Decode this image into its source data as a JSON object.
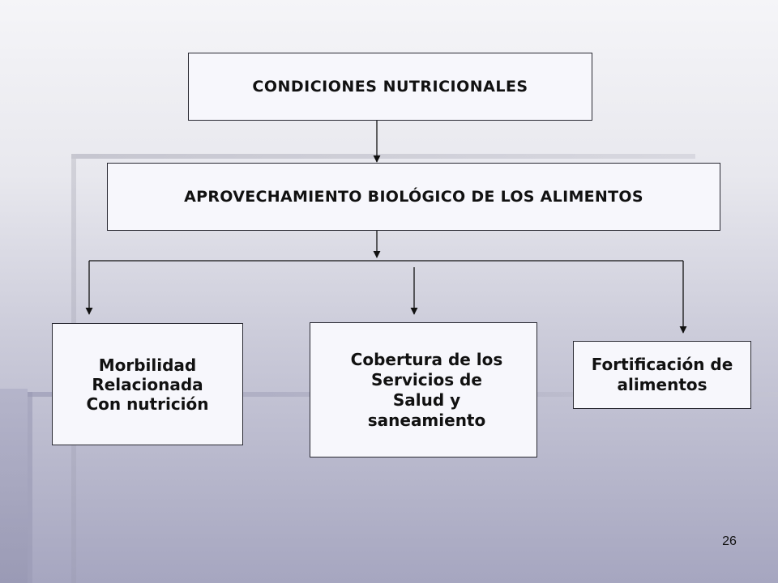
{
  "diagram": {
    "nodes": {
      "top": "CONDICIONES NUTRICIONALES",
      "middle": "APROVECHAMIENTO BIOLÓGICO DE LOS ALIMENTOS",
      "left": "Morbilidad\nRelacionada\nCon nutrición",
      "center": "Cobertura de los\nServicios de\nSalud y\nsaneamiento",
      "right": "Fortificación de\nalimentos"
    }
  },
  "slide_number": "26",
  "colors": {
    "box_fill": "#f7f7fc",
    "box_border": "#2a2a33",
    "connector": "#111111"
  }
}
